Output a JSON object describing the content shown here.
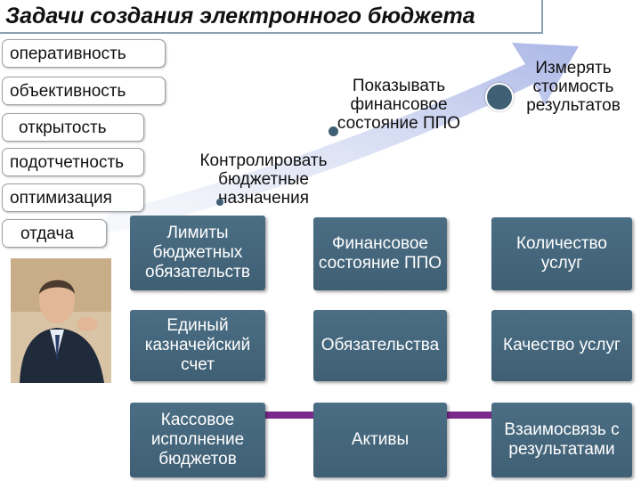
{
  "title": "Задачи создания электронного бюджета",
  "principles": [
    "оперативность",
    "объективность",
    "открытость",
    "подотчетность",
    "оптимизация",
    "отдача"
  ],
  "stages": {
    "control": "Контролировать бюджетные назначения",
    "show": "Показывать финансовое состояние ППО",
    "measure": "Измерять стоимость результатов"
  },
  "boxes": {
    "limits": "Лимиты бюджетных обязательств",
    "treasury": "Единый казначейский счет",
    "execution": "Кассовое исполнение бюджетов",
    "fin_state": "Финансовое состояние ППО",
    "obligations": "Обязательства",
    "assets": "Активы",
    "quantity": "Количество услуг",
    "quality": "Качество услуг",
    "relation": "Взаимосвязь с результатами"
  },
  "colors": {
    "box": "#4b6e84",
    "connector": "#7b2a8c",
    "arrow": "#b9c4e8",
    "dot_dark": "#3f5f74"
  },
  "icons": {
    "photo": "person-photo"
  }
}
